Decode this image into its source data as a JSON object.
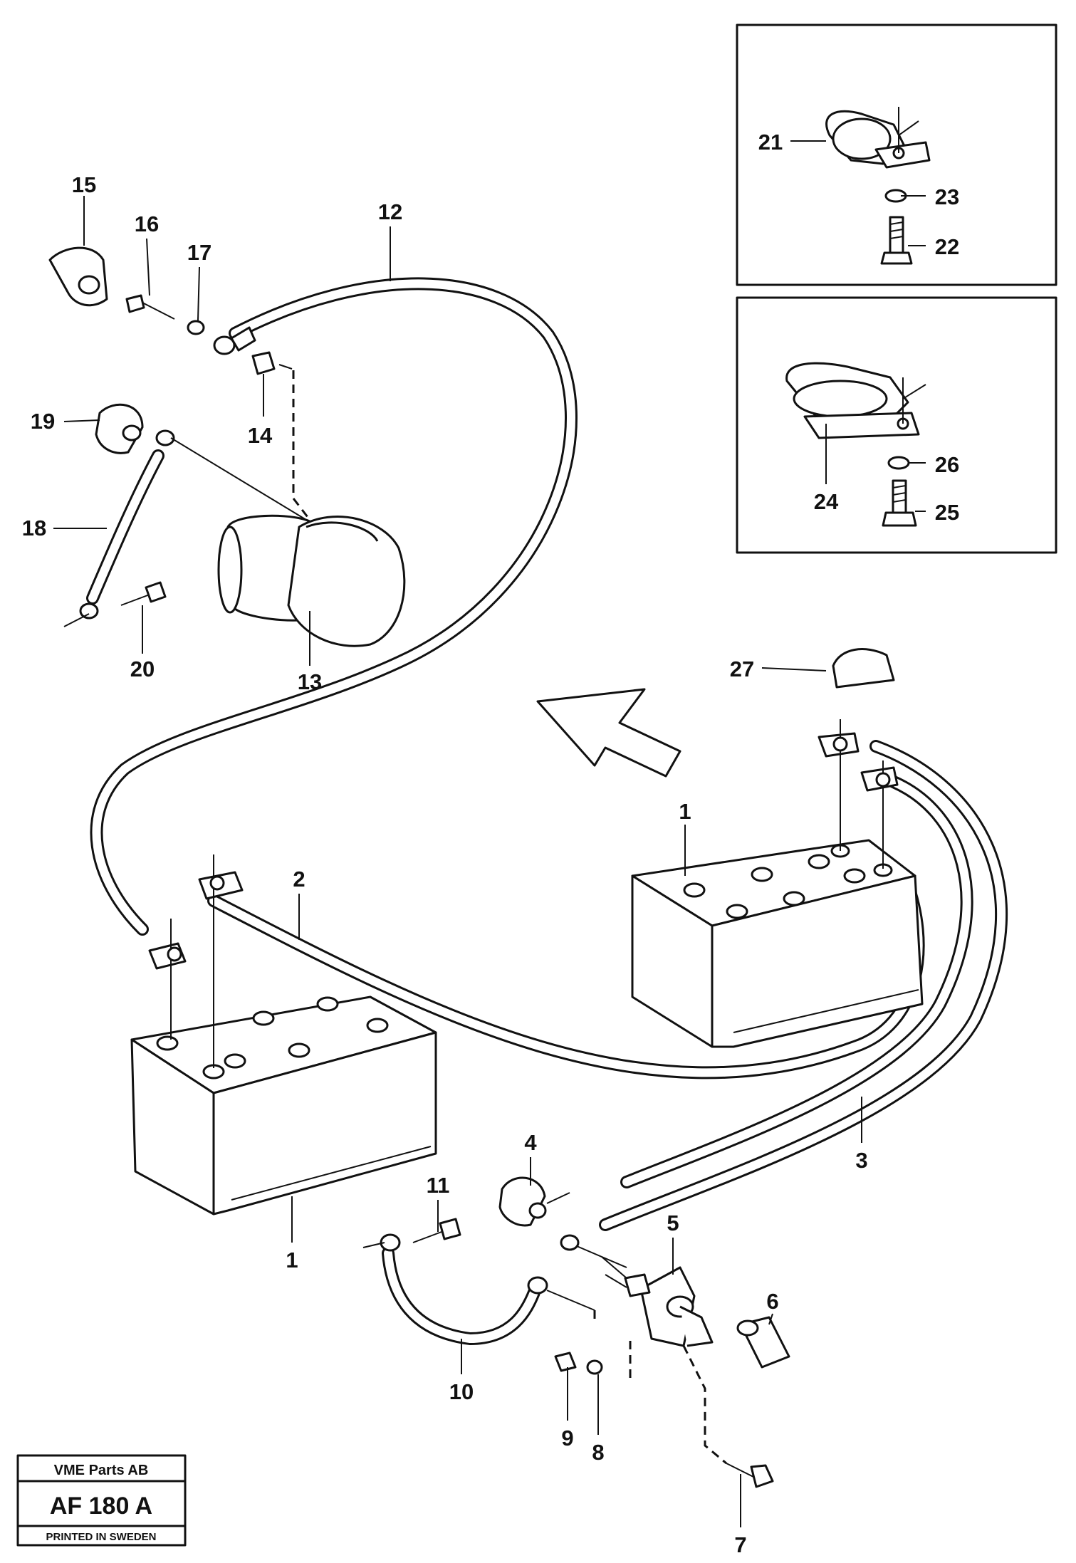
{
  "callouts": {
    "c1a": "1",
    "c1b": "1",
    "c2": "2",
    "c3": "3",
    "c4": "4",
    "c5": "5",
    "c6": "6",
    "c7": "7",
    "c8": "8",
    "c9": "9",
    "c10": "10",
    "c11": "11",
    "c12": "12",
    "c13": "13",
    "c14": "14",
    "c15": "15",
    "c16": "16",
    "c17": "17",
    "c18": "18",
    "c19": "19",
    "c20": "20",
    "c21": "21",
    "c22": "22",
    "c23": "23",
    "c24": "24",
    "c25": "25",
    "c26": "26",
    "c27": "27"
  },
  "stamp": {
    "company": "VME Parts AB",
    "code": "AF 180 A",
    "printed": "PRINTED IN SWEDEN"
  }
}
